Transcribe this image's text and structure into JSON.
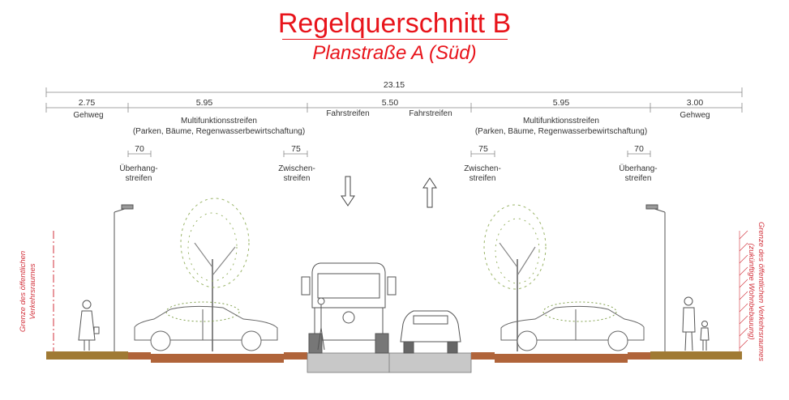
{
  "title": "Regelquerschnitt B",
  "subtitle": "Planstraße A (Süd)",
  "total_width": "23.15",
  "segments": [
    {
      "dim": "2.75",
      "label": "Gehweg"
    },
    {
      "dim": "5.95",
      "label": "Multifunktionsstreifen",
      "sublabel": "(Parken, Bäume, Regenwasserbewirtschaftung)"
    },
    {
      "dim": "5.50",
      "label_left": "Fahrstreifen",
      "label_right": "Fahrstreifen"
    },
    {
      "dim": "5.95",
      "label": "Multifunktionsstreifen",
      "sublabel": "(Parken, Bäume, Regenwasserbewirtschaftung)"
    },
    {
      "dim": "3.00",
      "label": "Gehweg"
    }
  ],
  "substrips": [
    {
      "dim": "70",
      "line1": "Überhang-",
      "line2": "streifen"
    },
    {
      "dim": "75",
      "line1": "Zwischen-",
      "line2": "streifen"
    },
    {
      "dim": "75",
      "line1": "Zwischen-",
      "line2": "streifen"
    },
    {
      "dim": "70",
      "line1": "Überhang-",
      "line2": "streifen"
    }
  ],
  "boundary_left": {
    "line1": "Grenze des öffentlichen",
    "line2": "Verkehrsraumes"
  },
  "boundary_right": {
    "line1": "Grenze des öffentlichen Verkehrsraumes",
    "line2": "(zukünftige Wohnbebauung)"
  },
  "colors": {
    "title": "#e8141b",
    "boundary": "#d2323c",
    "sidewalk": "#a07a34",
    "brick": "#b0643a",
    "road": "#c8c8c8",
    "tree": "#7f9f4a"
  }
}
